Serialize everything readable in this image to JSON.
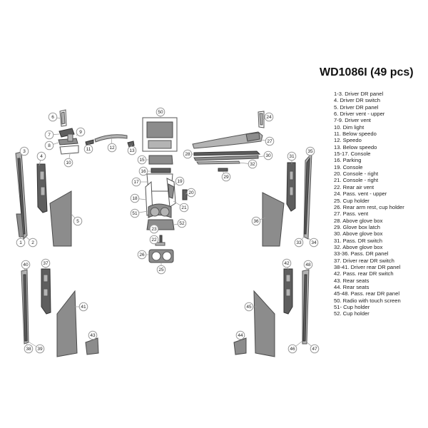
{
  "title": "WD1086I (49 pcs)",
  "legend": [
    "1-3. Driver DR panel",
    "4. Driver DR switch",
    "5. Driver DR panel",
    "6. Driver vent - upper",
    "7-9. Driver vent",
    "10. Dim light",
    "11. Below speedo",
    "12. Speedo",
    "13. Below speedo",
    "15-17. Console",
    "16. Parking",
    "19. Console",
    "20. Console - right",
    "21. Console - right",
    "22. Rear air vent",
    "24. Pass. vent - upper",
    "25. Cup holder",
    "26. Rear arm rest, cup holder",
    "27. Pass. vent",
    "28. Above glove box",
    "29. Glove box latch",
    "30. Above glove box",
    "31. Pass. DR switch",
    "32. Above glove box",
    "33-36. Pass. DR panel",
    "37. Driver rear DR switch",
    "38-41. Driver rear DR panel",
    "42. Pass. rear DR switch",
    "43. Rear seats",
    "44. Rear seats",
    "45-48. Pass. rear DR panel",
    "50. Radio with touch screen",
    "51- Cup holder",
    "52. Cup holder"
  ],
  "callouts": [
    "1",
    "2",
    "3",
    "4",
    "5",
    "6",
    "7",
    "8",
    "9",
    "10",
    "11",
    "12",
    "13",
    "15",
    "16",
    "17",
    "18",
    "19",
    "20",
    "21",
    "22",
    "23",
    "24",
    "25",
    "26",
    "27",
    "28",
    "29",
    "30",
    "31",
    "32",
    "33",
    "34",
    "35",
    "36",
    "37",
    "38",
    "39",
    "40",
    "41",
    "42",
    "43",
    "44",
    "45",
    "46",
    "47",
    "48",
    "50",
    "51",
    "52"
  ]
}
